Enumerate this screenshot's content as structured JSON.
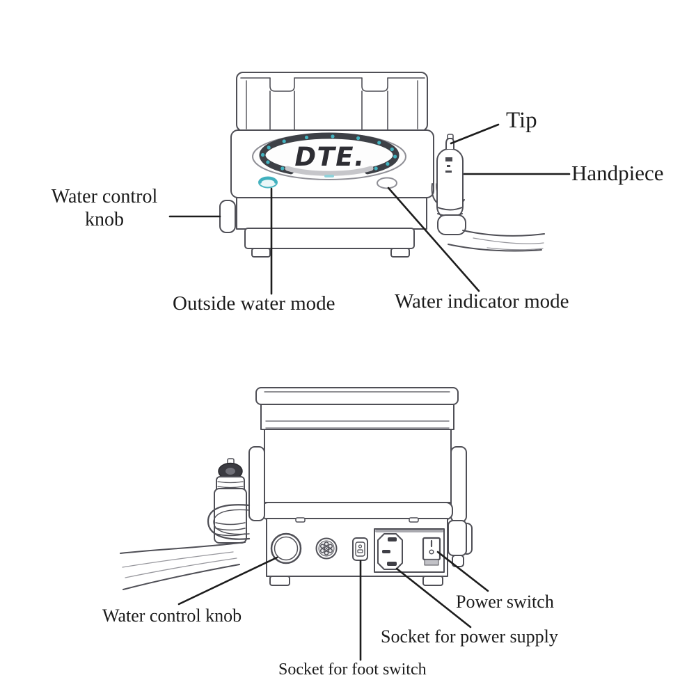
{
  "page": {
    "background": "#ffffff"
  },
  "diagram": {
    "brand_logo": "DTE.",
    "front_view": {
      "labels": {
        "tip": "Tip",
        "handpiece": "Handpiece",
        "water_control_knob": "Water control knob",
        "outside_water_mode": "Outside water mode",
        "water_indicator_mode": "Water indicator mode"
      }
    },
    "rear_view": {
      "labels": {
        "water_control_knob": "Water control knob",
        "power_switch": "Power switch",
        "socket_power_supply": "Socket for power supply",
        "socket_foot_switch": "Socket for foot switch"
      }
    },
    "colors": {
      "label_text": "#1b1b1b",
      "line_art": "#4f4f56",
      "teal_accent": "#43b3c0",
      "dark_band": "#3d4046",
      "light_gray": "#c6c6ca"
    }
  }
}
